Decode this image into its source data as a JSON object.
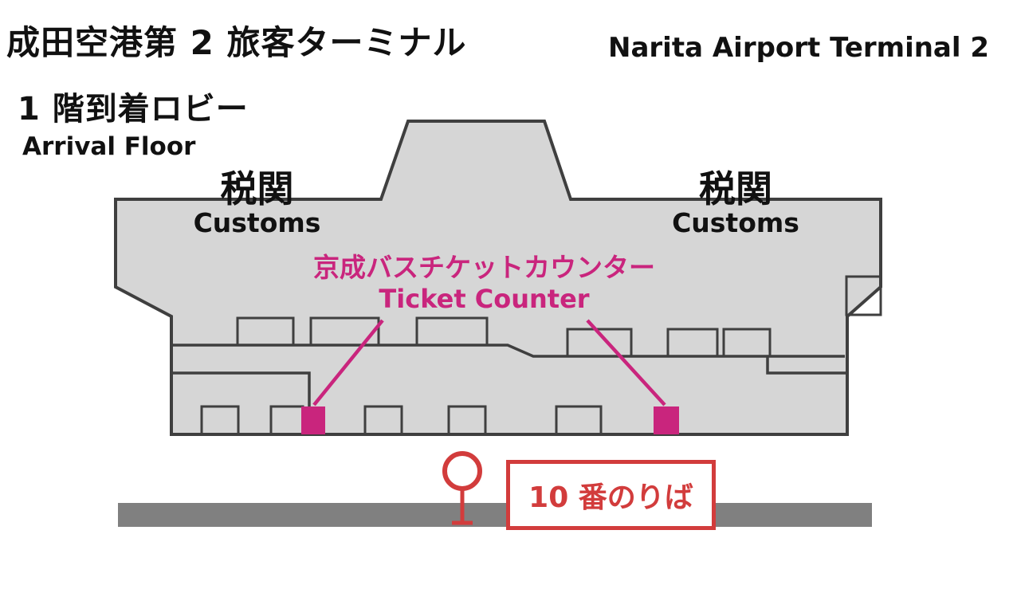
{
  "header": {
    "title_jp": "成田空港第 2 旅客ターミナル",
    "title_en": "Narita Airport Terminal 2",
    "floor_label_jp": "1 階到着ロビー",
    "floor_label_en": "Arrival Floor"
  },
  "map": {
    "customs_left": {
      "jp": "税関",
      "en": "Customs"
    },
    "customs_right": {
      "jp": "税関",
      "en": "Customs"
    },
    "ticket_counter": {
      "jp": "京成バスチケットカウンター",
      "en": "Ticket Counter"
    },
    "bus_stop_label": "10 番のりば"
  },
  "colors": {
    "building_fill": "#d6d6d6",
    "building_outline": "#3f3f3f",
    "pink_accent": "#c9257d",
    "red_accent": "#d23c3c",
    "road_gray": "#808080",
    "text_black": "#111111"
  }
}
